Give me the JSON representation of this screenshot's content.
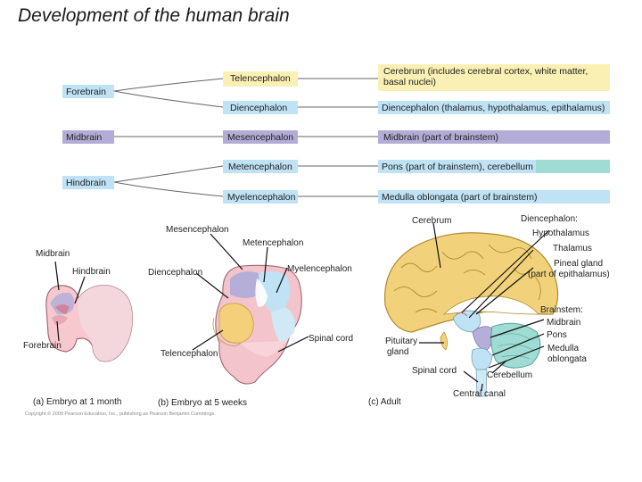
{
  "title": "Development of the human brain",
  "hierarchy": {
    "forebrain": "Forebrain",
    "midbrain": "Midbrain",
    "hindbrain": "Hindbrain",
    "telencephalon": "Telencephalon",
    "diencephalon": "Diencephalon",
    "mesencephalon": "Mesencephalon",
    "metencephalon": "Metencephalon",
    "myelencephalon": "Myelencephalon",
    "cerebrum_desc": "Cerebrum (includes cerebral cortex, white matter, basal nuclei)",
    "diencephalon_desc": "Diencephalon (thalamus, hypothalamus, epithalamus)",
    "midbrain_desc": "Midbrain (part of brainstem)",
    "pons_desc": "Pons (part of brainstem), cerebellum",
    "medulla_desc": "Medulla oblongata (part of brainstem)"
  },
  "embryo_1month": {
    "midbrain": "Midbrain",
    "hindbrain": "Hindbrain",
    "forebrain": "Forebrain",
    "caption": "(a) Embryo at 1 month"
  },
  "embryo_5weeks": {
    "mesencephalon": "Mesencephalon",
    "metencephalon": "Metencephalon",
    "diencephalon": "Diencephalon",
    "myelencephalon": "Myelencephalon",
    "spinal_cord": "Spinal cord",
    "telencephalon": "Telencephalon",
    "caption": "(b) Embryo at 5 weeks"
  },
  "adult": {
    "cerebrum": "Cerebrum",
    "diencephalon": "Diencephalon:",
    "hypothalamus": "Hypothalamus",
    "thalamus": "Thalamus",
    "pineal": "Pineal gland",
    "pineal_sub": "(part of epithalamus)",
    "brainstem": "Brainstem:",
    "midbrain": "Midbrain",
    "pons": "Pons",
    "medulla": "Medulla",
    "oblongata": "oblongata",
    "pituitary": "Pituitary",
    "gland": "gland",
    "spinal_cord": "Spinal cord",
    "cerebellum": "Cerebellum",
    "central_canal": "Central canal",
    "caption": "(c) Adult"
  },
  "copyright": "Copyright © 2009 Pearson Education, Inc., publishing as Pearson Benjamin Cummings.",
  "colors": {
    "yellow": "#fbf0b4",
    "blue": "#bfe2f4",
    "purple": "#b3acd6",
    "teal": "#9fdcd3",
    "pink": "#f2c7d0",
    "cerebrum_tan": "#f1d27a",
    "line": "#555555"
  }
}
